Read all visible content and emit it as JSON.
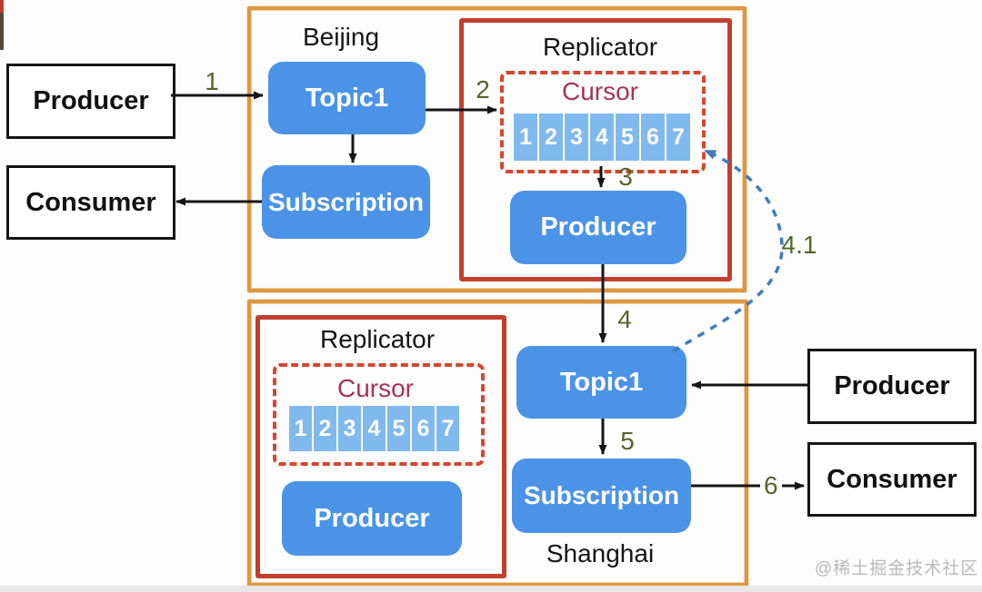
{
  "left": {
    "producer": "Producer",
    "consumer": "Consumer"
  },
  "right": {
    "producer": "Producer",
    "consumer": "Consumer"
  },
  "beijing": {
    "title": "Beijing",
    "topic": "Topic1",
    "subscription": "Subscription",
    "replicator": {
      "title": "Replicator",
      "cursor_label": "Cursor",
      "cells": [
        "1",
        "2",
        "3",
        "4",
        "5",
        "6",
        "7"
      ],
      "producer": "Producer"
    }
  },
  "shanghai": {
    "title": "Shanghai",
    "topic": "Topic1",
    "subscription": "Subscription",
    "replicator": {
      "title": "Replicator",
      "cursor_label": "Cursor",
      "cells": [
        "1",
        "2",
        "3",
        "4",
        "5",
        "6",
        "7"
      ],
      "producer": "Producer"
    }
  },
  "arrow_labels": {
    "a1": "1",
    "a2": "2",
    "a3": "3",
    "a4": "4",
    "a5": "5",
    "a6": "6",
    "a41": "4.1"
  },
  "colors": {
    "node_blue": "#4b93e6",
    "cell_blue": "#80b9ee",
    "region_orange": "#df973e",
    "replicator_red": "#c23f2e",
    "cursor_dash_red": "#d5462f",
    "cursor_text": "#a83256",
    "step_green": "#53662c",
    "flow_dashed_blue": "#3e7cbd",
    "arrow_black": "#151515"
  },
  "watermark": "@稀土掘金技术社区"
}
